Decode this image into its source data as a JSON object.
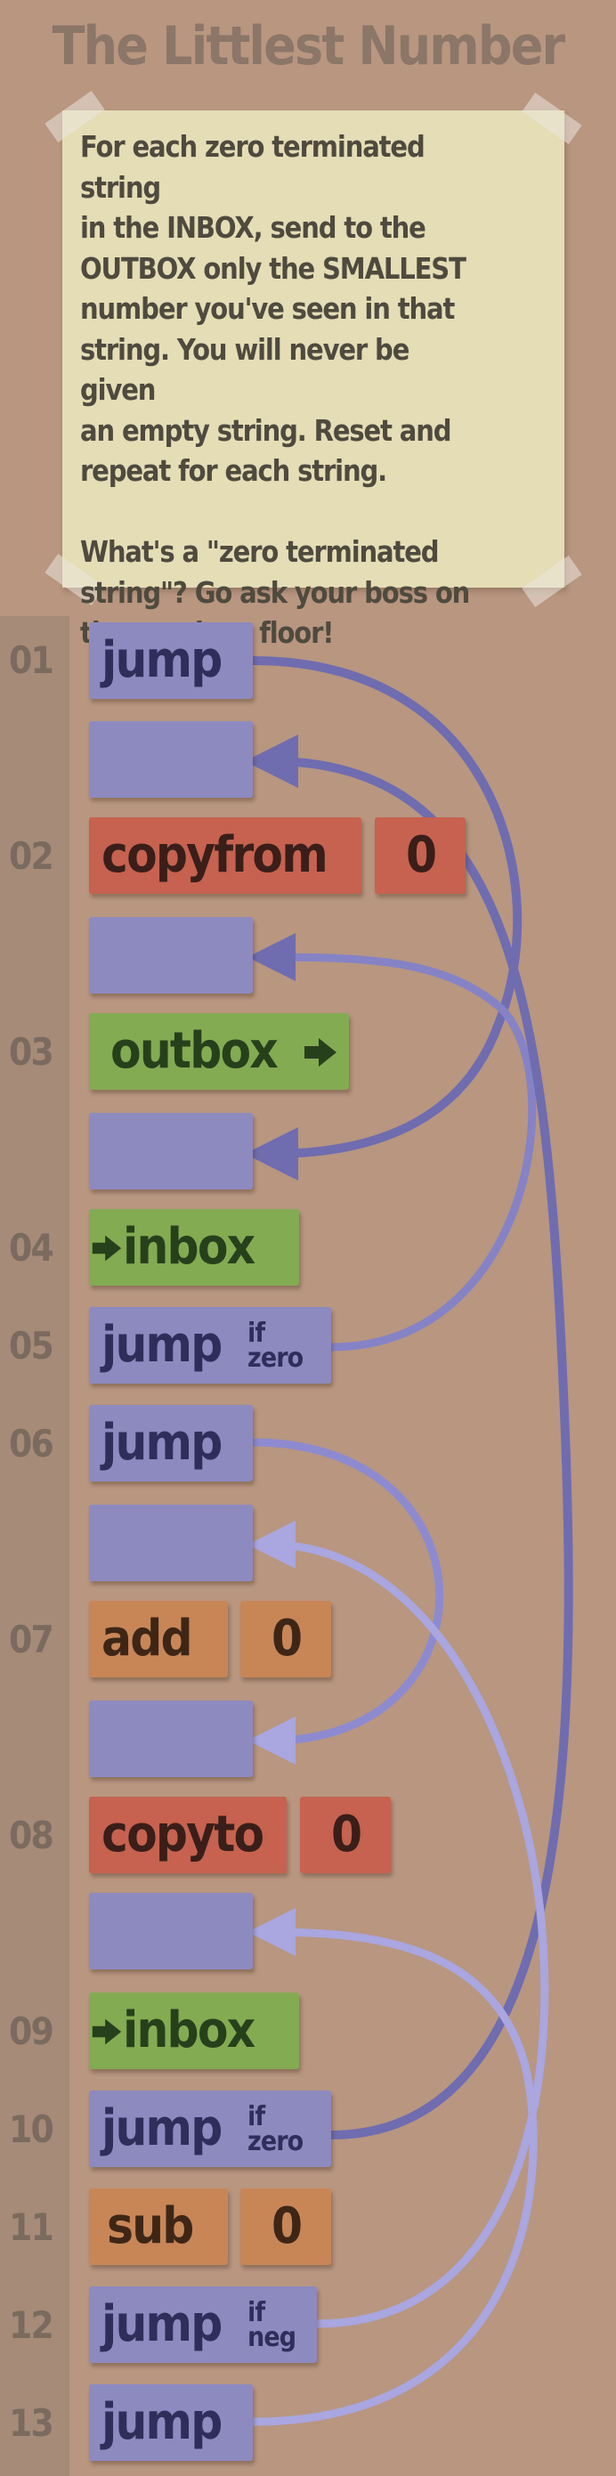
{
  "level_title": "The Littlest Number",
  "instructions": "For each zero terminated string\nin the INBOX, send to the\nOUTBOX only the SMALLEST\nnumber you've seen in that\nstring. You will never be given\nan empty string. Reset and\nrepeat for each string.\n\nWhat's a \"zero terminated\nstring\"? Go ask your boss on\nthe previous floor!",
  "lines": [
    {
      "n": "01",
      "op": "jump"
    },
    {
      "n": "02",
      "op": "copyfrom",
      "arg": "0"
    },
    {
      "n": "03",
      "op": "outbox"
    },
    {
      "n": "04",
      "op": "inbox"
    },
    {
      "n": "05",
      "op": "jump",
      "cond": "if\nzero"
    },
    {
      "n": "06",
      "op": "jump"
    },
    {
      "n": "07",
      "op": "add",
      "arg": "0"
    },
    {
      "n": "08",
      "op": "copyto",
      "arg": "0"
    },
    {
      "n": "09",
      "op": "inbox"
    },
    {
      "n": "10",
      "op": "jump",
      "cond": "if\nzero"
    },
    {
      "n": "11",
      "op": "sub",
      "arg": "0"
    },
    {
      "n": "12",
      "op": "jump",
      "cond": "if\nneg"
    },
    {
      "n": "13",
      "op": "jump"
    }
  ],
  "colors": {
    "background": "#b89680",
    "note": "#e4ddb6",
    "jump": "#8d8ac0",
    "copy": "#c6624f",
    "io": "#83ab52",
    "math": "#c88657",
    "wire_dark": "#6f6cb0",
    "wire_light": "#a9a6e0"
  },
  "icons": {
    "outbox": "right-arrow-icon",
    "inbox": "right-arrow-icon"
  }
}
